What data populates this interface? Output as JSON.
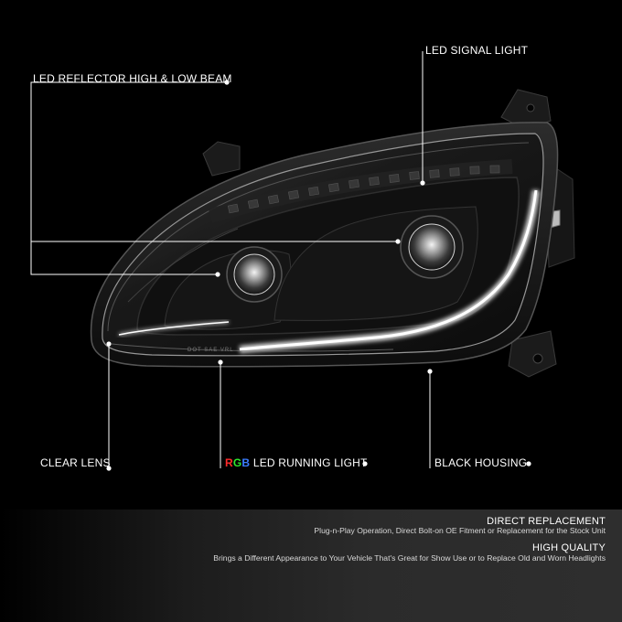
{
  "callouts": {
    "reflector": "LED REFLECTOR HIGH & LOW BEAM",
    "signal": "LED SIGNAL LIGHT",
    "clear_lens": "CLEAR LENS",
    "running_r": "R",
    "running_g": "G",
    "running_b": "B",
    "running_rest": " LED RUNNING LIGHT",
    "housing": "BLACK HOUSING"
  },
  "lens_text": "DOT SAE VRL",
  "footer": {
    "feature1_title": "DIRECT REPLACEMENT",
    "feature1_desc": "Plug-n-Play Operation, Direct Bolt-on OE Fitment or Replacement for the Stock Unit",
    "feature2_title": "HIGH QUALITY",
    "feature2_desc": "Brings a Different Appearance to Your Vehicle That's Great for Show Use or to Replace Old and Worn Headlights"
  },
  "colors": {
    "background": "#000000",
    "callout_line": "#ffffff",
    "rgb_red": "#ff2a2a",
    "rgb_green": "#2ee82e",
    "rgb_blue": "#3a7cff"
  }
}
